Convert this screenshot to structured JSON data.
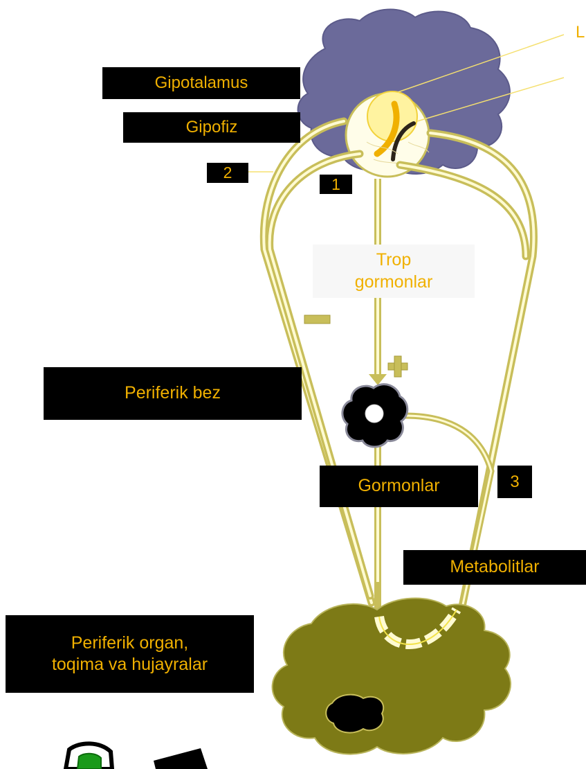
{
  "colors": {
    "brain": "#6b6a9a",
    "yellow": "#c8be5a",
    "label_text": "#f0b000",
    "label_bg": "#000000",
    "organ": "#7d7a16",
    "gland": "#000000"
  },
  "labels": {
    "edge_top": "L",
    "gipotalamus": "Gipotalamus",
    "gipofiz": "Gipofiz",
    "num_2": "2",
    "num_1": "1",
    "trop_line1": "Trop",
    "trop_line2": "gormonlar",
    "minus": "−",
    "plus": "+",
    "periferik_bez": "Periferik bez",
    "gormonlar": "Gormonlar",
    "num_3": "3",
    "metabolitlar": "Metabolitlar",
    "organ_line1": "Periferik organ,",
    "organ_line2": "toqima va hujayralar"
  }
}
